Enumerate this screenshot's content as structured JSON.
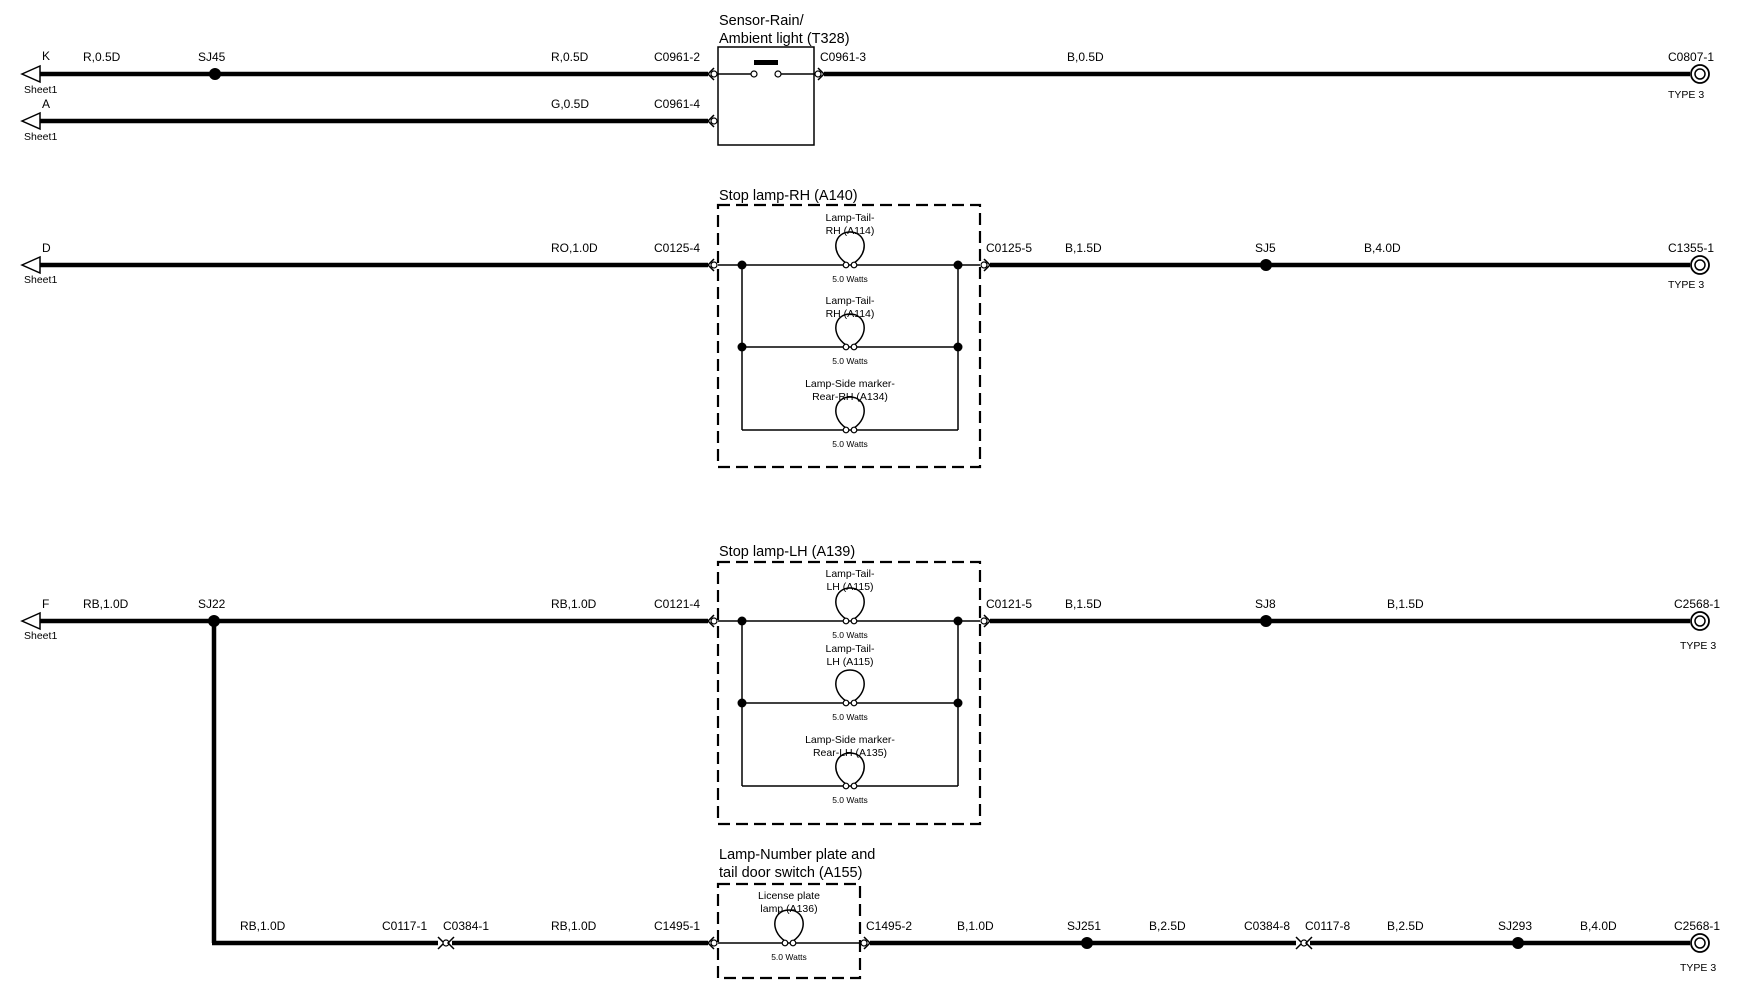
{
  "offsheet": {
    "k": {
      "letter": "K",
      "sheet": "Sheet1"
    },
    "a": {
      "letter": "A",
      "sheet": "Sheet1"
    },
    "d": {
      "letter": "D",
      "sheet": "Sheet1"
    },
    "f": {
      "letter": "F",
      "sheet": "Sheet1"
    }
  },
  "sensor": {
    "title1": "Sensor-Rain/",
    "title2": "Ambient light (T328)",
    "pin2": "C0961-2",
    "pin3": "C0961-3",
    "pin4": "C0961-4"
  },
  "stop_rh": {
    "title": "Stop lamp-RH (A140)",
    "pin_in": "C0125-4",
    "pin_out": "C0125-5",
    "lamp1": {
      "l1": "Lamp-Tail-",
      "l2": "RH (A114)",
      "watts": "5.0 Watts"
    },
    "lamp2": {
      "l1": "Lamp-Tail-",
      "l2": "RH (A114)",
      "watts": "5.0 Watts"
    },
    "lamp3": {
      "l1": "Lamp-Side marker-",
      "l2": "Rear-RH (A134)",
      "watts": "5.0 Watts"
    }
  },
  "stop_lh": {
    "title": "Stop lamp-LH (A139)",
    "pin_in": "C0121-4",
    "pin_out": "C0121-5",
    "lamp1": {
      "l1": "Lamp-Tail-",
      "l2": "LH (A115)",
      "watts": "5.0 Watts"
    },
    "lamp2": {
      "l1": "Lamp-Tail-",
      "l2": "LH (A115)",
      "watts": "5.0 Watts"
    },
    "lamp3": {
      "l1": "Lamp-Side marker-",
      "l2": "Rear-LH (A135)",
      "watts": "5.0 Watts"
    }
  },
  "number_plate": {
    "title1": "Lamp-Number plate and",
    "title2": "tail door switch (A155)",
    "lamp_l1": "License plate",
    "lamp_l2": "lamp (A136)",
    "watts": "5.0 Watts",
    "pin_in": "C1495-1",
    "pin_out": "C1495-2"
  },
  "wires": {
    "k_left": "R,0.5D",
    "k_right": "R,0.5D",
    "k_out": "B,0.5D",
    "a": "G,0.5D",
    "d_in": "RO,1.0D",
    "d_out1": "B,1.5D",
    "d_out2": "B,4.0D",
    "f_left": "RB,1.0D",
    "f_right": "RB,1.0D",
    "f_out1": "B,1.5D",
    "f_out2": "B,1.5D",
    "b_left": "RB,1.0D",
    "b_mid": "RB,1.0D",
    "b_out1": "B,1.0D",
    "b_out2": "B,2.5D",
    "b_out3": "B,2.5D",
    "b_out4": "B,4.0D"
  },
  "splices": {
    "sj45": "SJ45",
    "sj5": "SJ5",
    "sj22": "SJ22",
    "sj8": "SJ8",
    "sj251": "SJ251",
    "sj293": "SJ293"
  },
  "connectors": {
    "c0117_1": "C0117-1",
    "c0384_1": "C0384-1",
    "c0384_8": "C0384-8",
    "c0117_8": "C0117-8"
  },
  "grounds": {
    "g1": {
      "id": "C0807-1",
      "type": "TYPE 3"
    },
    "g2": {
      "id": "C1355-1",
      "type": "TYPE 3"
    },
    "g3": {
      "id": "C2568-1",
      "type": "TYPE 3"
    },
    "g4": {
      "id": "C2568-1",
      "type": "TYPE 3"
    }
  }
}
